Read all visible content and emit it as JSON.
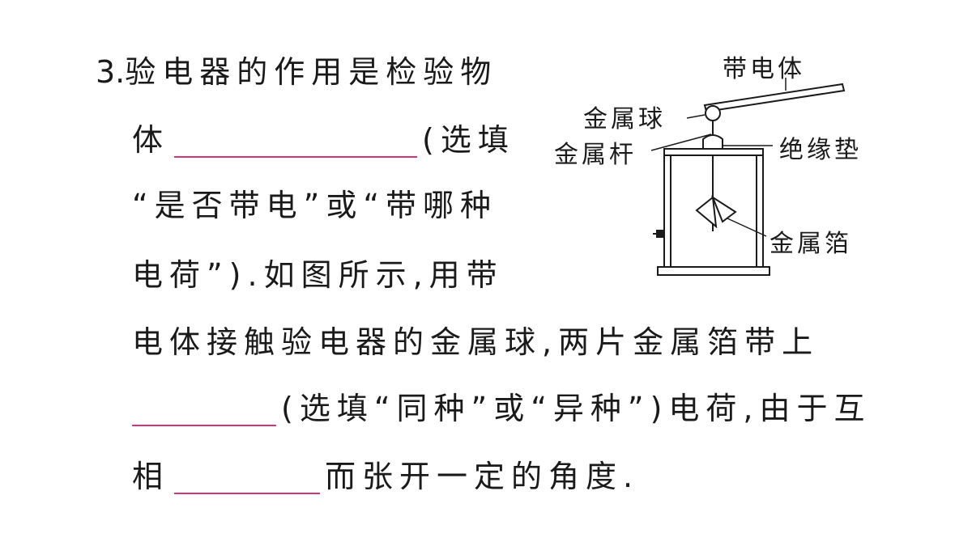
{
  "question": {
    "number": "3.",
    "line1": "验电器的作用是检验物",
    "line2_pre": "体",
    "line2_post": "(选填",
    "line3": "“是否带电”或“带哪种",
    "line4": "电荷”).如图所示,用带",
    "line5": "电体接触验电器的金属球,两片金属箔带上",
    "line6_post": "(选填“同种”或“异种”)电荷,由于互",
    "line7_pre": "相",
    "line7_post": "而张开一定的角度."
  },
  "diagram": {
    "labels": {
      "charged_body": "带电体",
      "metal_ball": "金属球",
      "metal_rod": "金属杆",
      "insulating_pad": "绝缘垫",
      "metal_foil": "金属箔"
    }
  },
  "colors": {
    "blank_underline": "#d4357a",
    "text": "#1a1a1a"
  }
}
